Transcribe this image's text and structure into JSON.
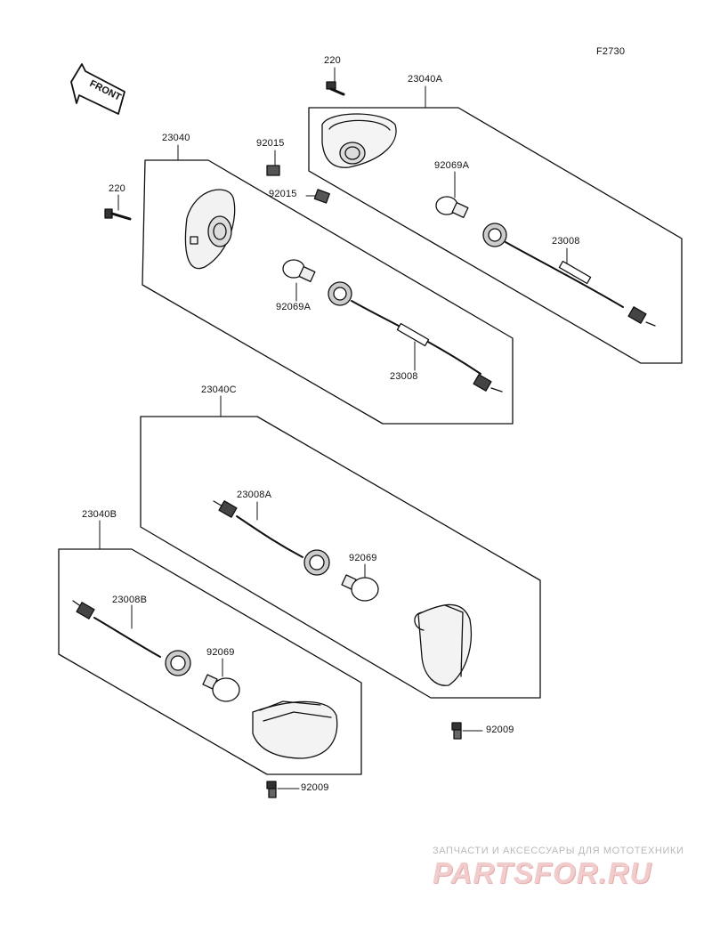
{
  "figure_code": "F2730",
  "front_label": "FRONT",
  "callouts": {
    "screw_220_top": "220",
    "assy_23040A": "23040A",
    "assy_23040": "23040",
    "clip_92015_a": "92015",
    "clip_92015_b": "92015",
    "screw_220_left": "220",
    "bulb_92069A_right": "92069A",
    "socket_23008_right": "23008",
    "bulb_92069A_left": "92069A",
    "socket_23008_left": "23008",
    "assy_23040C": "23040C",
    "socket_23008A": "23008A",
    "bulb_92069_c": "92069",
    "assy_23040B": "23040B",
    "socket_23008B": "23008B",
    "bulb_92069_b": "92069",
    "screw_92009_right": "92009",
    "screw_92009_bottom": "92009"
  },
  "watermark": {
    "tagline": "ЗАПЧАСТИ И АКСЕССУАРЫ ДЛЯ МОТОТЕХНИКИ",
    "logo": "PARTSFOR.RU"
  }
}
